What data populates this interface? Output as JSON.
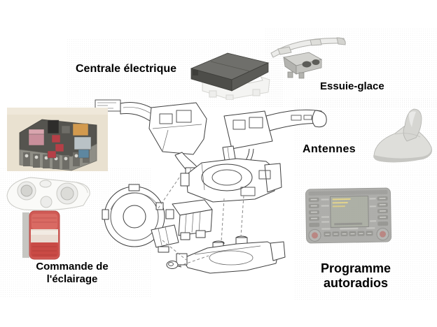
{
  "labels": {
    "centrale_electrique": "Centrale électrique",
    "essuie_glace": "Essuie-glace",
    "antennes": "Antennes",
    "commande_line1": "Commande de",
    "commande_line2": "l'éclairage",
    "programme_line1": "Programme",
    "programme_line2": "autoradios"
  },
  "illustrations": {
    "fuse_box": "electrical-center-fuse-relay-box-photo",
    "power_module_lid": "dark-electronics-module-3d",
    "wiper_assembly": "wiper-motor-module-and-linkage",
    "headlight": "clear-headlight-photo",
    "tail_light": "red-tail-light-photo",
    "steering_column_diagram": "steering-column-switch-exploded-line-drawing",
    "roof_antenna": "shark-fin-roof-antenna-3d",
    "car_radio": "car-radio-navigation-unit-photo"
  },
  "colors": {
    "background": "#ffffff",
    "text": "#000000",
    "drawing_line": "#3f3f3f",
    "module_dark_gray": "#4d4d49",
    "tail_light_red": "#cf5a55",
    "antenna_gray": "#d9d9d5",
    "radio_gray": "#8f8f8b",
    "fusebox_beige": "#e9e1d0"
  }
}
